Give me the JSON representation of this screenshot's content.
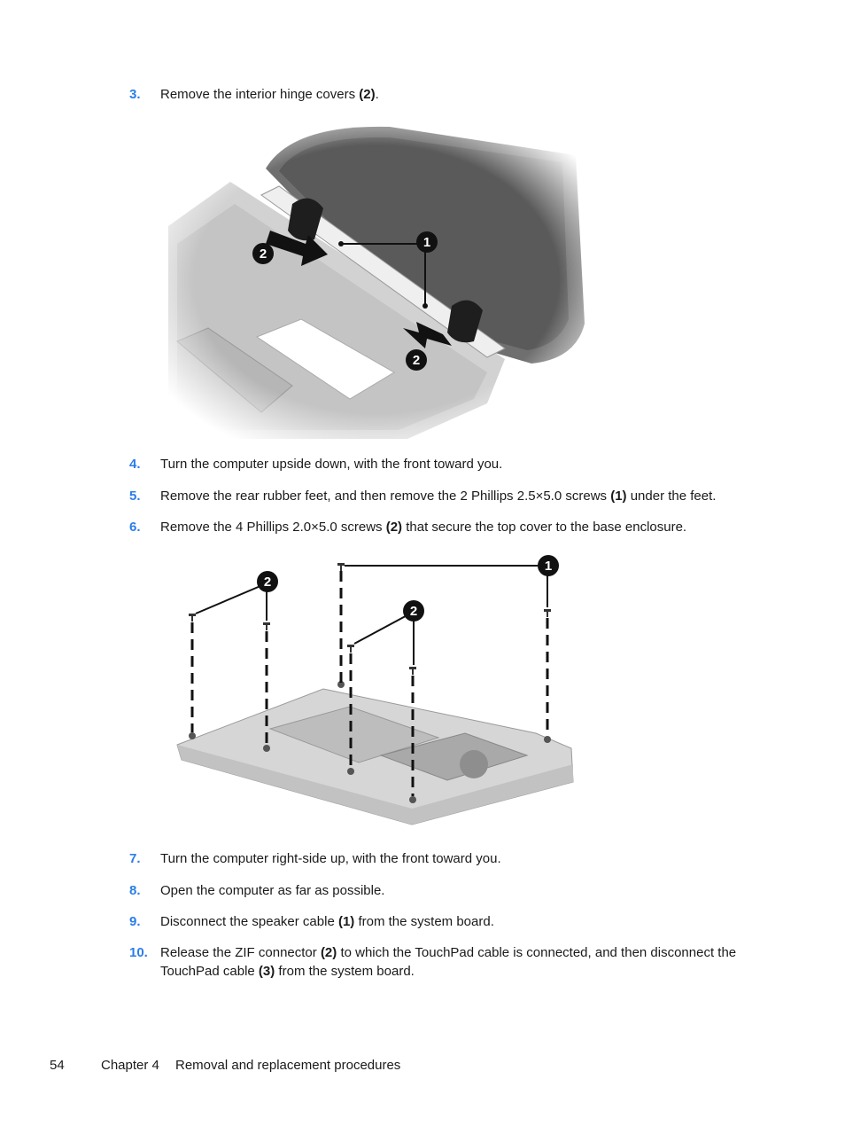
{
  "steps": [
    {
      "num": "3.",
      "parts": [
        "Remove the interior hinge covers ",
        "(2)",
        "."
      ]
    },
    {
      "num": "4.",
      "parts": [
        "Turn the computer upside down, with the front toward you."
      ]
    },
    {
      "num": "5.",
      "parts": [
        "Remove the rear rubber feet, and then remove the 2 Phillips 2.5×5.0 screws ",
        "(1)",
        " under the feet."
      ]
    },
    {
      "num": "6.",
      "parts": [
        "Remove the 4 Phillips 2.0×5.0 screws ",
        "(2)",
        " that secure the top cover to the base enclosure."
      ]
    },
    {
      "num": "7.",
      "parts": [
        "Turn the computer right-side up, with the front toward you."
      ]
    },
    {
      "num": "8.",
      "parts": [
        "Open the computer as far as possible."
      ]
    },
    {
      "num": "9.",
      "parts": [
        "Disconnect the speaker cable ",
        "(1)",
        " from the system board."
      ]
    },
    {
      "num": "10.",
      "parts": [
        "Release the ZIF connector ",
        "(2)",
        " to which the TouchPad cable is connected, and then disconnect the TouchPad cable ",
        "(3)",
        " from the system board."
      ]
    }
  ],
  "figure1": {
    "callouts": [
      "1",
      "2",
      "2"
    ]
  },
  "figure2": {
    "callouts": [
      "1",
      "2",
      "2"
    ]
  },
  "footer": {
    "page_number": "54",
    "chapter": "Chapter 4",
    "chapter_title": "Removal and replacement procedures"
  },
  "colors": {
    "step_number": "#2b7de9",
    "text": "#1a1a1a"
  }
}
